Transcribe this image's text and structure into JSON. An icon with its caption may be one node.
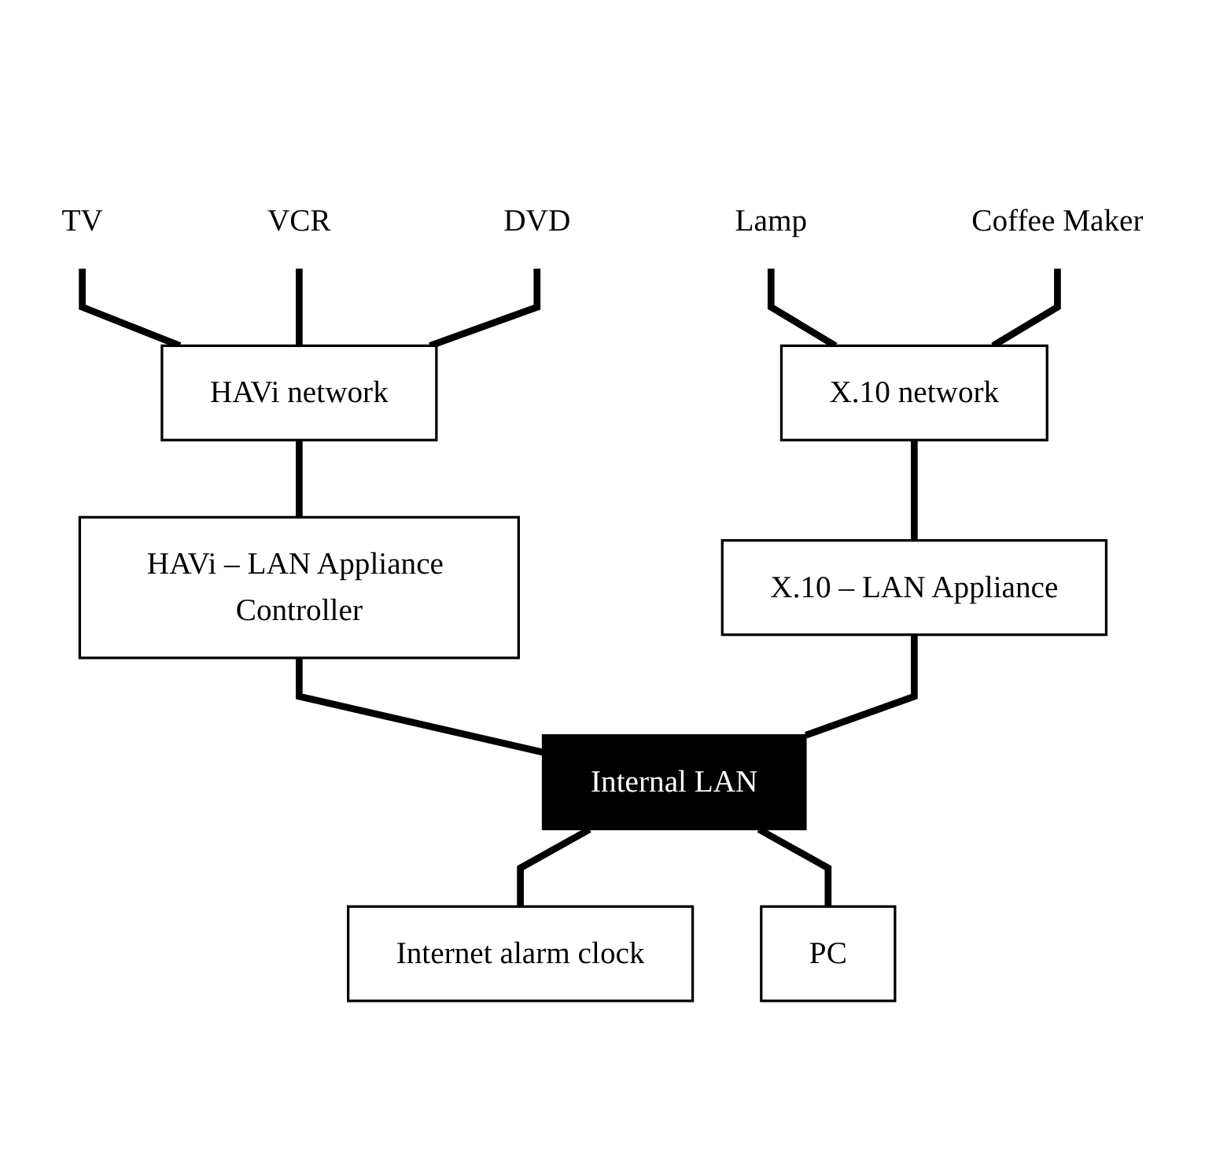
{
  "diagram": {
    "nodes": [
      {
        "text": [
          "TV"
        ]
      },
      {
        "text": [
          "VCR"
        ]
      },
      {
        "text": [
          "DVD"
        ]
      },
      {
        "text": [
          "HAVi network"
        ]
      },
      {
        "text": [
          "Lamp"
        ]
      },
      {
        "text": [
          "Coffee Maker"
        ]
      },
      {
        "text": [
          "X.10 network"
        ]
      },
      {
        "text": [
          "HAVi – LAN Appliance Controller"
        ]
      },
      {
        "text": [
          "X.10 – LAN Appliance"
        ]
      },
      {
        "text": [
          "Internal LAN"
        ]
      },
      {
        "text": [
          "Internet alarm clock"
        ]
      },
      {
        "text": [
          "PC"
        ]
      }
    ],
    "edges": [
      {
        "from": 0,
        "to": 3,
        "arrow": "none"
      },
      {
        "from": 1,
        "to": 3,
        "arrow": "none"
      },
      {
        "from": 2,
        "to": 3,
        "arrow": "none"
      },
      {
        "from": 4,
        "to": 6,
        "arrow": "none"
      },
      {
        "from": 5,
        "to": 6,
        "arrow": "none"
      },
      {
        "from": 3,
        "to": 7,
        "arrow": "none"
      },
      {
        "from": 6,
        "to": 8,
        "arrow": "none"
      },
      {
        "from": 7,
        "to": 9,
        "arrow": "none"
      },
      {
        "from": 8,
        "to": 9,
        "arrow": "none"
      },
      {
        "from": 9,
        "to": 10,
        "arrow": "none"
      },
      {
        "from": 9,
        "to": 11,
        "arrow": "none"
      }
    ]
  }
}
